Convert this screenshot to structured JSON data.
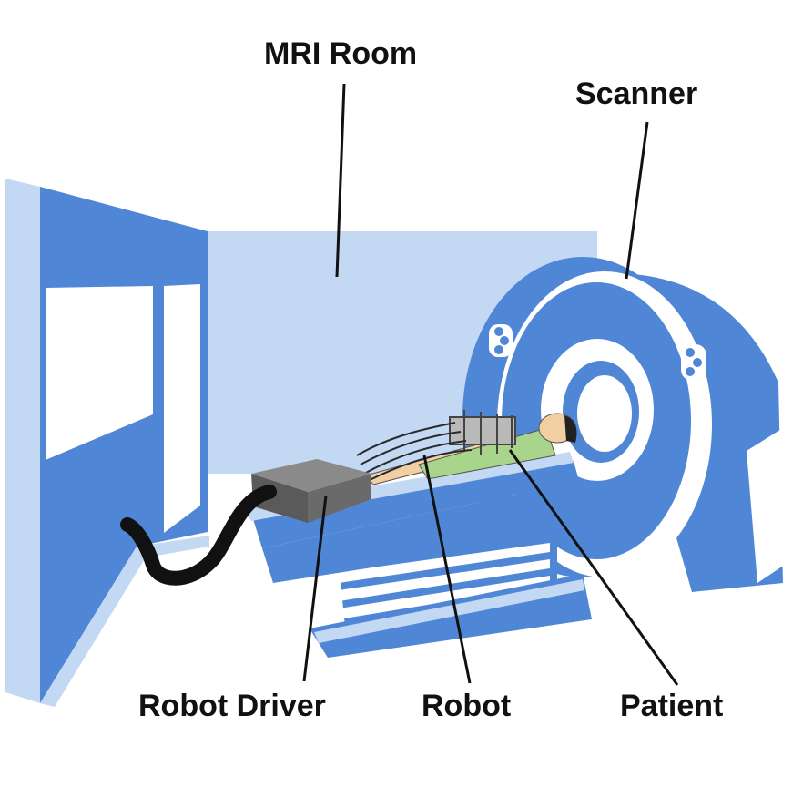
{
  "labels": {
    "mri_room": "MRI Room",
    "scanner": "Scanner",
    "robot_driver": "Robot Driver",
    "robot": "Robot",
    "patient": "Patient"
  },
  "colors": {
    "blue_dark": "#4f86d6",
    "blue_light": "#c3d8f2",
    "white": "#ffffff",
    "driver_box": "#6a6a6a",
    "cable": "#111111",
    "patient_skin": "#f2cfa3",
    "patient_gown": "#a9d48b"
  }
}
